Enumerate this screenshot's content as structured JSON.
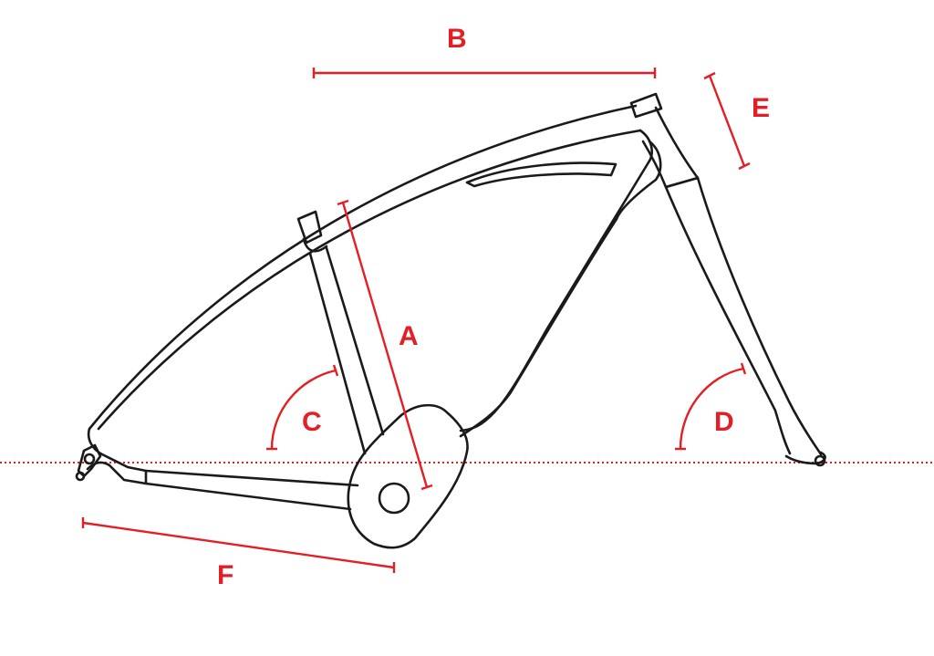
{
  "colors": {
    "frame_stroke": "#1a1a1a",
    "dimension_red": "#e31e24",
    "background": "#ffffff"
  },
  "labels": {
    "A": "A",
    "B": "B",
    "C": "C",
    "D": "D",
    "E": "E",
    "F": "F"
  }
}
